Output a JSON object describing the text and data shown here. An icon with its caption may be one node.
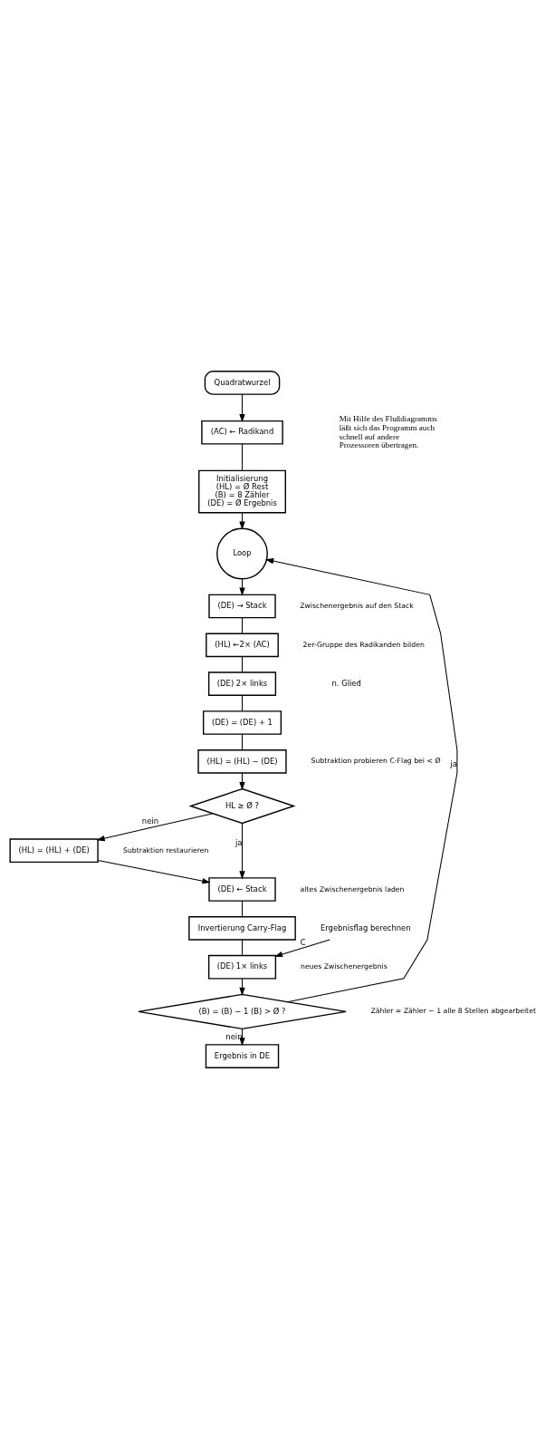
{
  "diagram": {
    "nodes": [
      {
        "text": [
          "Quadratwurzel"
        ]
      },
      {
        "text": [
          "(AC) ← Radikand"
        ]
      },
      {
        "text": [
          "Initialisierung",
          "(HL) = Ø Rest",
          "(B) = 8 Zähler",
          "(DE) = Ø Ergebnis"
        ]
      },
      {
        "text": [
          "Loop"
        ]
      },
      {
        "text": [
          "(DE) → Stack"
        ],
        "beside": [
          "Zwischenergebnis auf den Stack"
        ]
      },
      {
        "text": [
          "(HL) ←2× (AC)"
        ],
        "beside": [
          "2er-Gruppe des Radikanden bilden"
        ]
      },
      {
        "text": [
          "(DE) 2× links"
        ]
      },
      {
        "text": [
          "(DE) = (DE) + 1"
        ]
      },
      {
        "text": [
          "(HL) = (HL) − (DE)"
        ],
        "beside": [
          "Subtraktion probieren C-Flag bei < Ø"
        ]
      },
      {
        "text": [
          "HL ≥ Ø ?"
        ]
      },
      {
        "text": [
          "(HL) = (HL) + (DE)"
        ],
        "beside": [
          "Subtraktion restaurieren"
        ]
      },
      {
        "text": [
          "(DE) ← Stack"
        ],
        "beside": [
          "altes Zwischenergebnis laden"
        ]
      },
      {
        "text": [
          "Invertierung Carry-Flag"
        ]
      },
      {
        "text": [
          "(DE) 1× links"
        ],
        "beside": [
          "neues Zwischenergebnis"
        ]
      },
      {
        "text": [
          "(B) = (B) − 1 (B) > Ø ?"
        ],
        "beside": [
          "Zähler = Zähler − 1 alle 8 Stellen abgearbeitet"
        ]
      },
      {
        "text": [
          "Ergebnis in DE"
        ]
      },
      {
        "text": [
          "Ergebnisflag berechnen"
        ]
      }
    ],
    "edges": [
      {
        "from": 0,
        "to": 1,
        "arrow": "to"
      },
      {
        "from": 1,
        "to": 2,
        "arrow": "none"
      },
      {
        "from": 2,
        "to": 3,
        "arrow": "to"
      },
      {
        "from": 3,
        "to": 4,
        "arrow": "to"
      },
      {
        "from": 4,
        "to": 5,
        "arrow": "none"
      },
      {
        "from": 5,
        "to": 6,
        "arrow": "none"
      },
      {
        "from": 6,
        "to": 7,
        "arrow": "none"
      },
      {
        "from": 7,
        "to": 8,
        "arrow": "none"
      },
      {
        "from": 8,
        "to": 9,
        "arrow": "to"
      },
      {
        "from": 9,
        "to": 10,
        "arrow": "to",
        "label": "nein"
      },
      {
        "from": 9,
        "to": 11,
        "arrow": "to",
        "label": "ja"
      },
      {
        "from": 10,
        "to": 11,
        "arrow": "to"
      },
      {
        "from": 11,
        "to": 12,
        "arrow": "none"
      },
      {
        "from": 12,
        "to": 13,
        "arrow": "none"
      },
      {
        "from": 16,
        "to": 13,
        "arrow": "to",
        "label": "C"
      },
      {
        "from": 13,
        "to": 14,
        "arrow": "to"
      },
      {
        "from": 14,
        "to": 3,
        "arrow": "to",
        "label": "ja"
      },
      {
        "from": 14,
        "to": 15,
        "arrow": "to",
        "label": "nein"
      }
    ],
    "labels": [
      "Mit Hilfe des Flußdiagramms läßt sich das Programm auch schnell auf andere Prozessoren übertragen.",
      "n. Glied"
    ]
  }
}
